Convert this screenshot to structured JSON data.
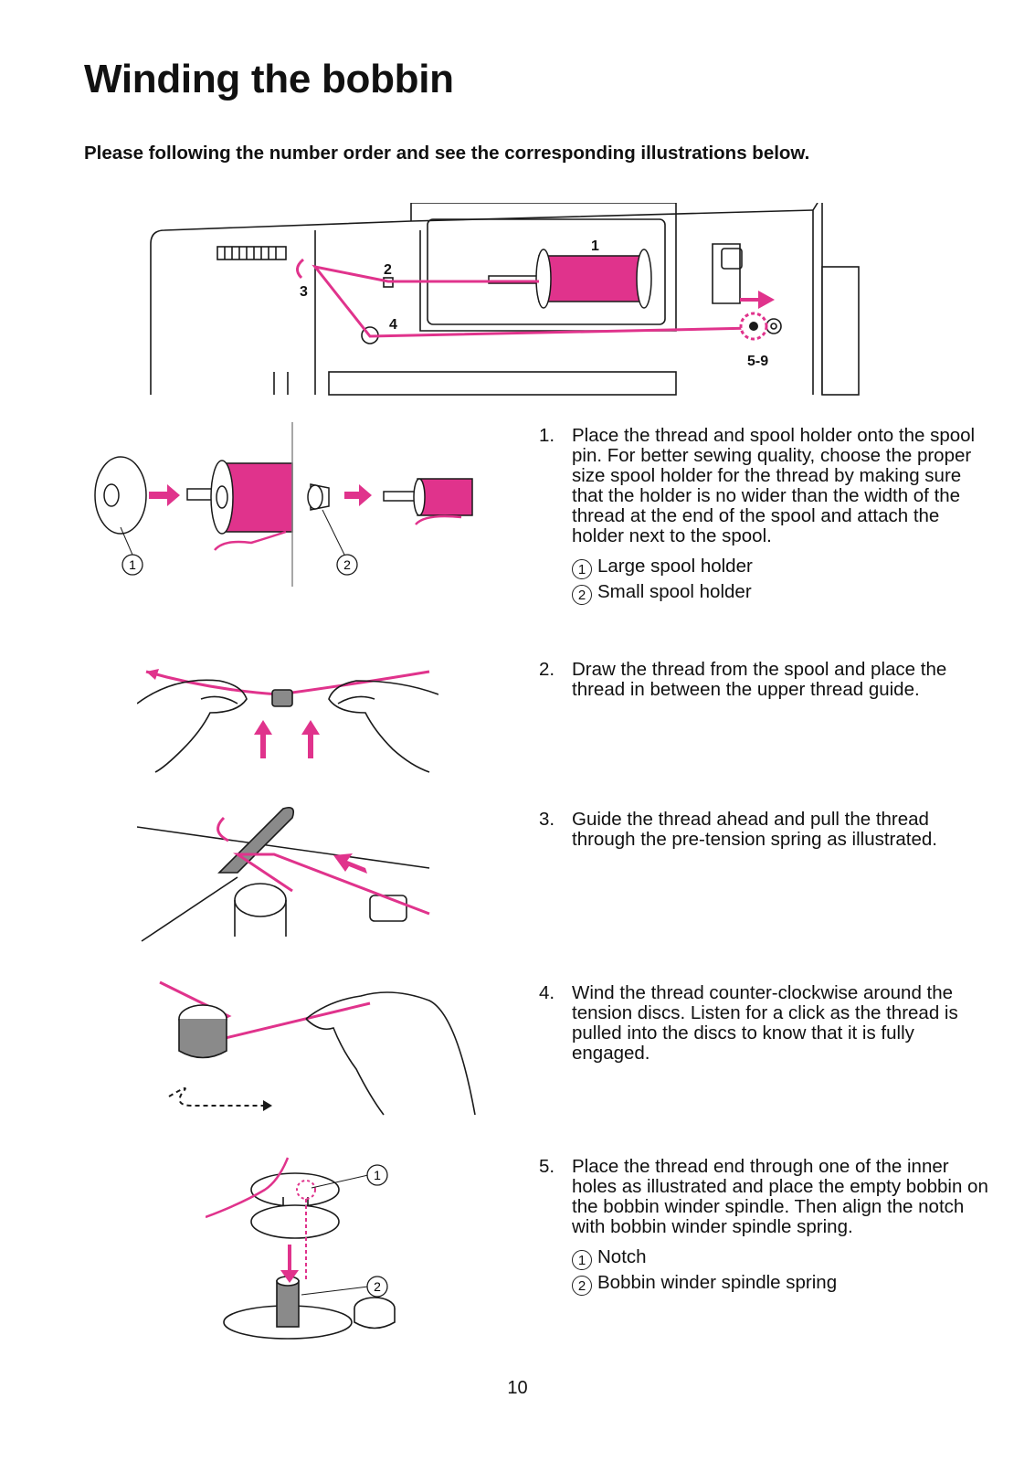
{
  "title": "Winding the bobbin",
  "subtitle": "Please following the number order and see the corresponding illustrations below.",
  "overview_labels": [
    "1",
    "2",
    "3",
    "4",
    "5-9"
  ],
  "steps": [
    {
      "number": "1.",
      "text": "Place the thread and spool holder onto the spool pin. For better sewing quality, choose the proper size spool holder for the thread by making sure that the holder is no wider than the width of the thread at the end of the spool and attach the holder next to the spool.",
      "legend": [
        {
          "marker": "1",
          "label": "Large spool holder"
        },
        {
          "marker": "2",
          "label": "Small spool holder"
        }
      ]
    },
    {
      "number": "2.",
      "text": "Draw the thread from the spool and place the thread in between the upper thread guide."
    },
    {
      "number": "3.",
      "text": "Guide the thread ahead and pull the thread through the pre-tension spring as illustrated."
    },
    {
      "number": "4.",
      "text": "Wind the thread counter-clockwise around the tension discs. Listen for a click as the thread is pulled into the discs to know that it is fully engaged."
    },
    {
      "number": "5.",
      "text": "Place the thread end through one of the inner holes as illustrated and place the empty bobbin on the bobbin winder spindle. Then align the notch with bobbin winder spindle spring.",
      "legend": [
        {
          "marker": "1",
          "label": "Notch"
        },
        {
          "marker": "2",
          "label": "Bobbin winder spindle spring"
        }
      ]
    }
  ],
  "fig1_markers": [
    "1",
    "2"
  ],
  "fig5_markers": [
    "1",
    "2"
  ],
  "page_number": "10",
  "colors": {
    "thread": "#e0338c",
    "line": "#1a1a1a",
    "gray": "#8a8a8a"
  }
}
